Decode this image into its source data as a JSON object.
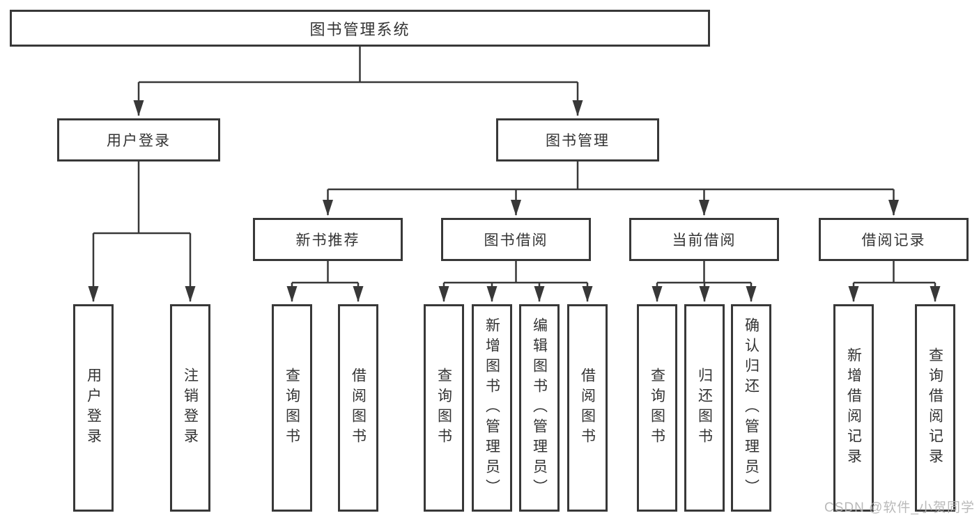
{
  "tree": {
    "root": {
      "label": "图书管理系统"
    },
    "branches": [
      {
        "label": "用户登录",
        "children": [
          {
            "label": "用户登录"
          },
          {
            "label": "注销登录"
          }
        ]
      },
      {
        "label": "图书管理",
        "children": [
          {
            "label": "新书推荐",
            "children": [
              {
                "label": "查询图书"
              },
              {
                "label": "借阅图书"
              }
            ]
          },
          {
            "label": "图书借阅",
            "children": [
              {
                "label": "查询图书"
              },
              {
                "label": "新增图书（管理员）"
              },
              {
                "label": "编辑图书（管理员）"
              },
              {
                "label": "借阅图书"
              }
            ]
          },
          {
            "label": "当前借阅",
            "children": [
              {
                "label": "查询图书"
              },
              {
                "label": "归还图书"
              },
              {
                "label": "确认归还（管理员）"
              }
            ]
          },
          {
            "label": "借阅记录",
            "children": [
              {
                "label": "新增借阅记录"
              },
              {
                "label": "查询借阅记录"
              }
            ]
          }
        ]
      }
    ]
  },
  "watermark": {
    "text": "CSDN @软件_小贺同学"
  },
  "colors": {
    "line": "#383838",
    "text": "#333333",
    "bg": "#ffffff",
    "watermark": "#b4b4b4"
  }
}
